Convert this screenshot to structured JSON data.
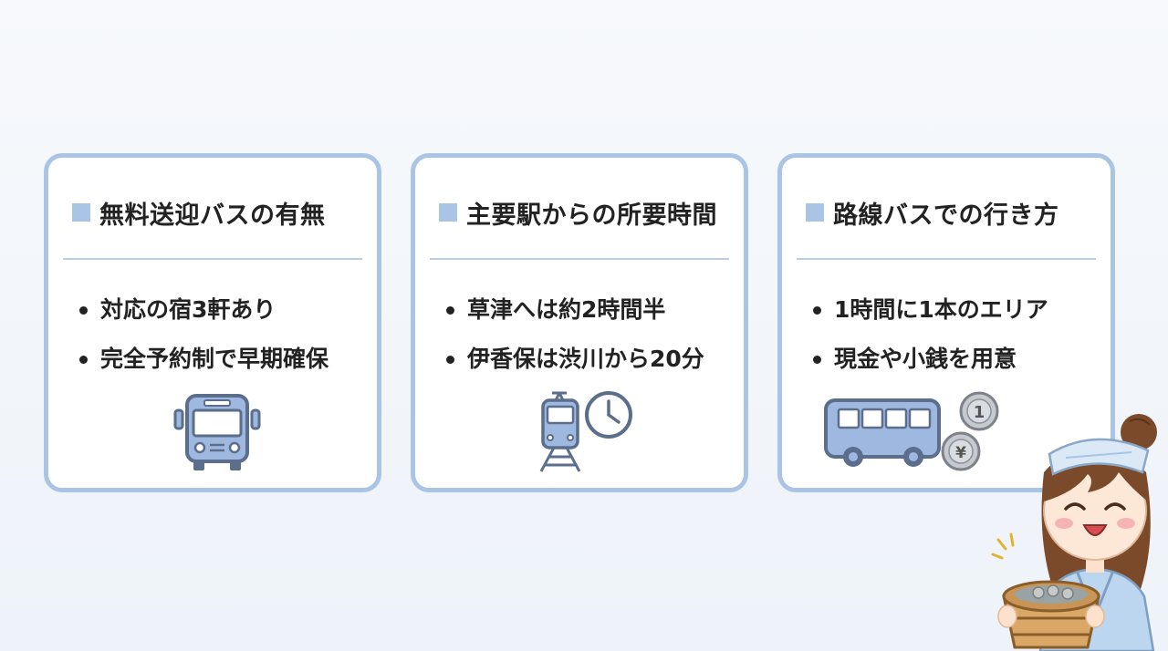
{
  "cards": [
    {
      "title": "無料送迎バスの有無",
      "items": [
        "対応の宿3軒あり",
        "完全予約制で早期確保"
      ],
      "icon": "bus-front-icon"
    },
    {
      "title": "主要駅からの所要時間",
      "items": [
        "草津へは約2時間半",
        "伊香保は渋川から20分"
      ],
      "icon": "train-clock-icon"
    },
    {
      "title": "路線バスでの行き方",
      "items": [
        "1時間に1本のエリア",
        "現金や小銭を用意"
      ],
      "icon": "bus-coins-icon",
      "coin_labels": [
        "1",
        "¥"
      ]
    }
  ],
  "colors": {
    "accent": "#a9c4e4",
    "icon_fill": "#9fb8e0",
    "icon_stroke": "#5b6e8c"
  }
}
